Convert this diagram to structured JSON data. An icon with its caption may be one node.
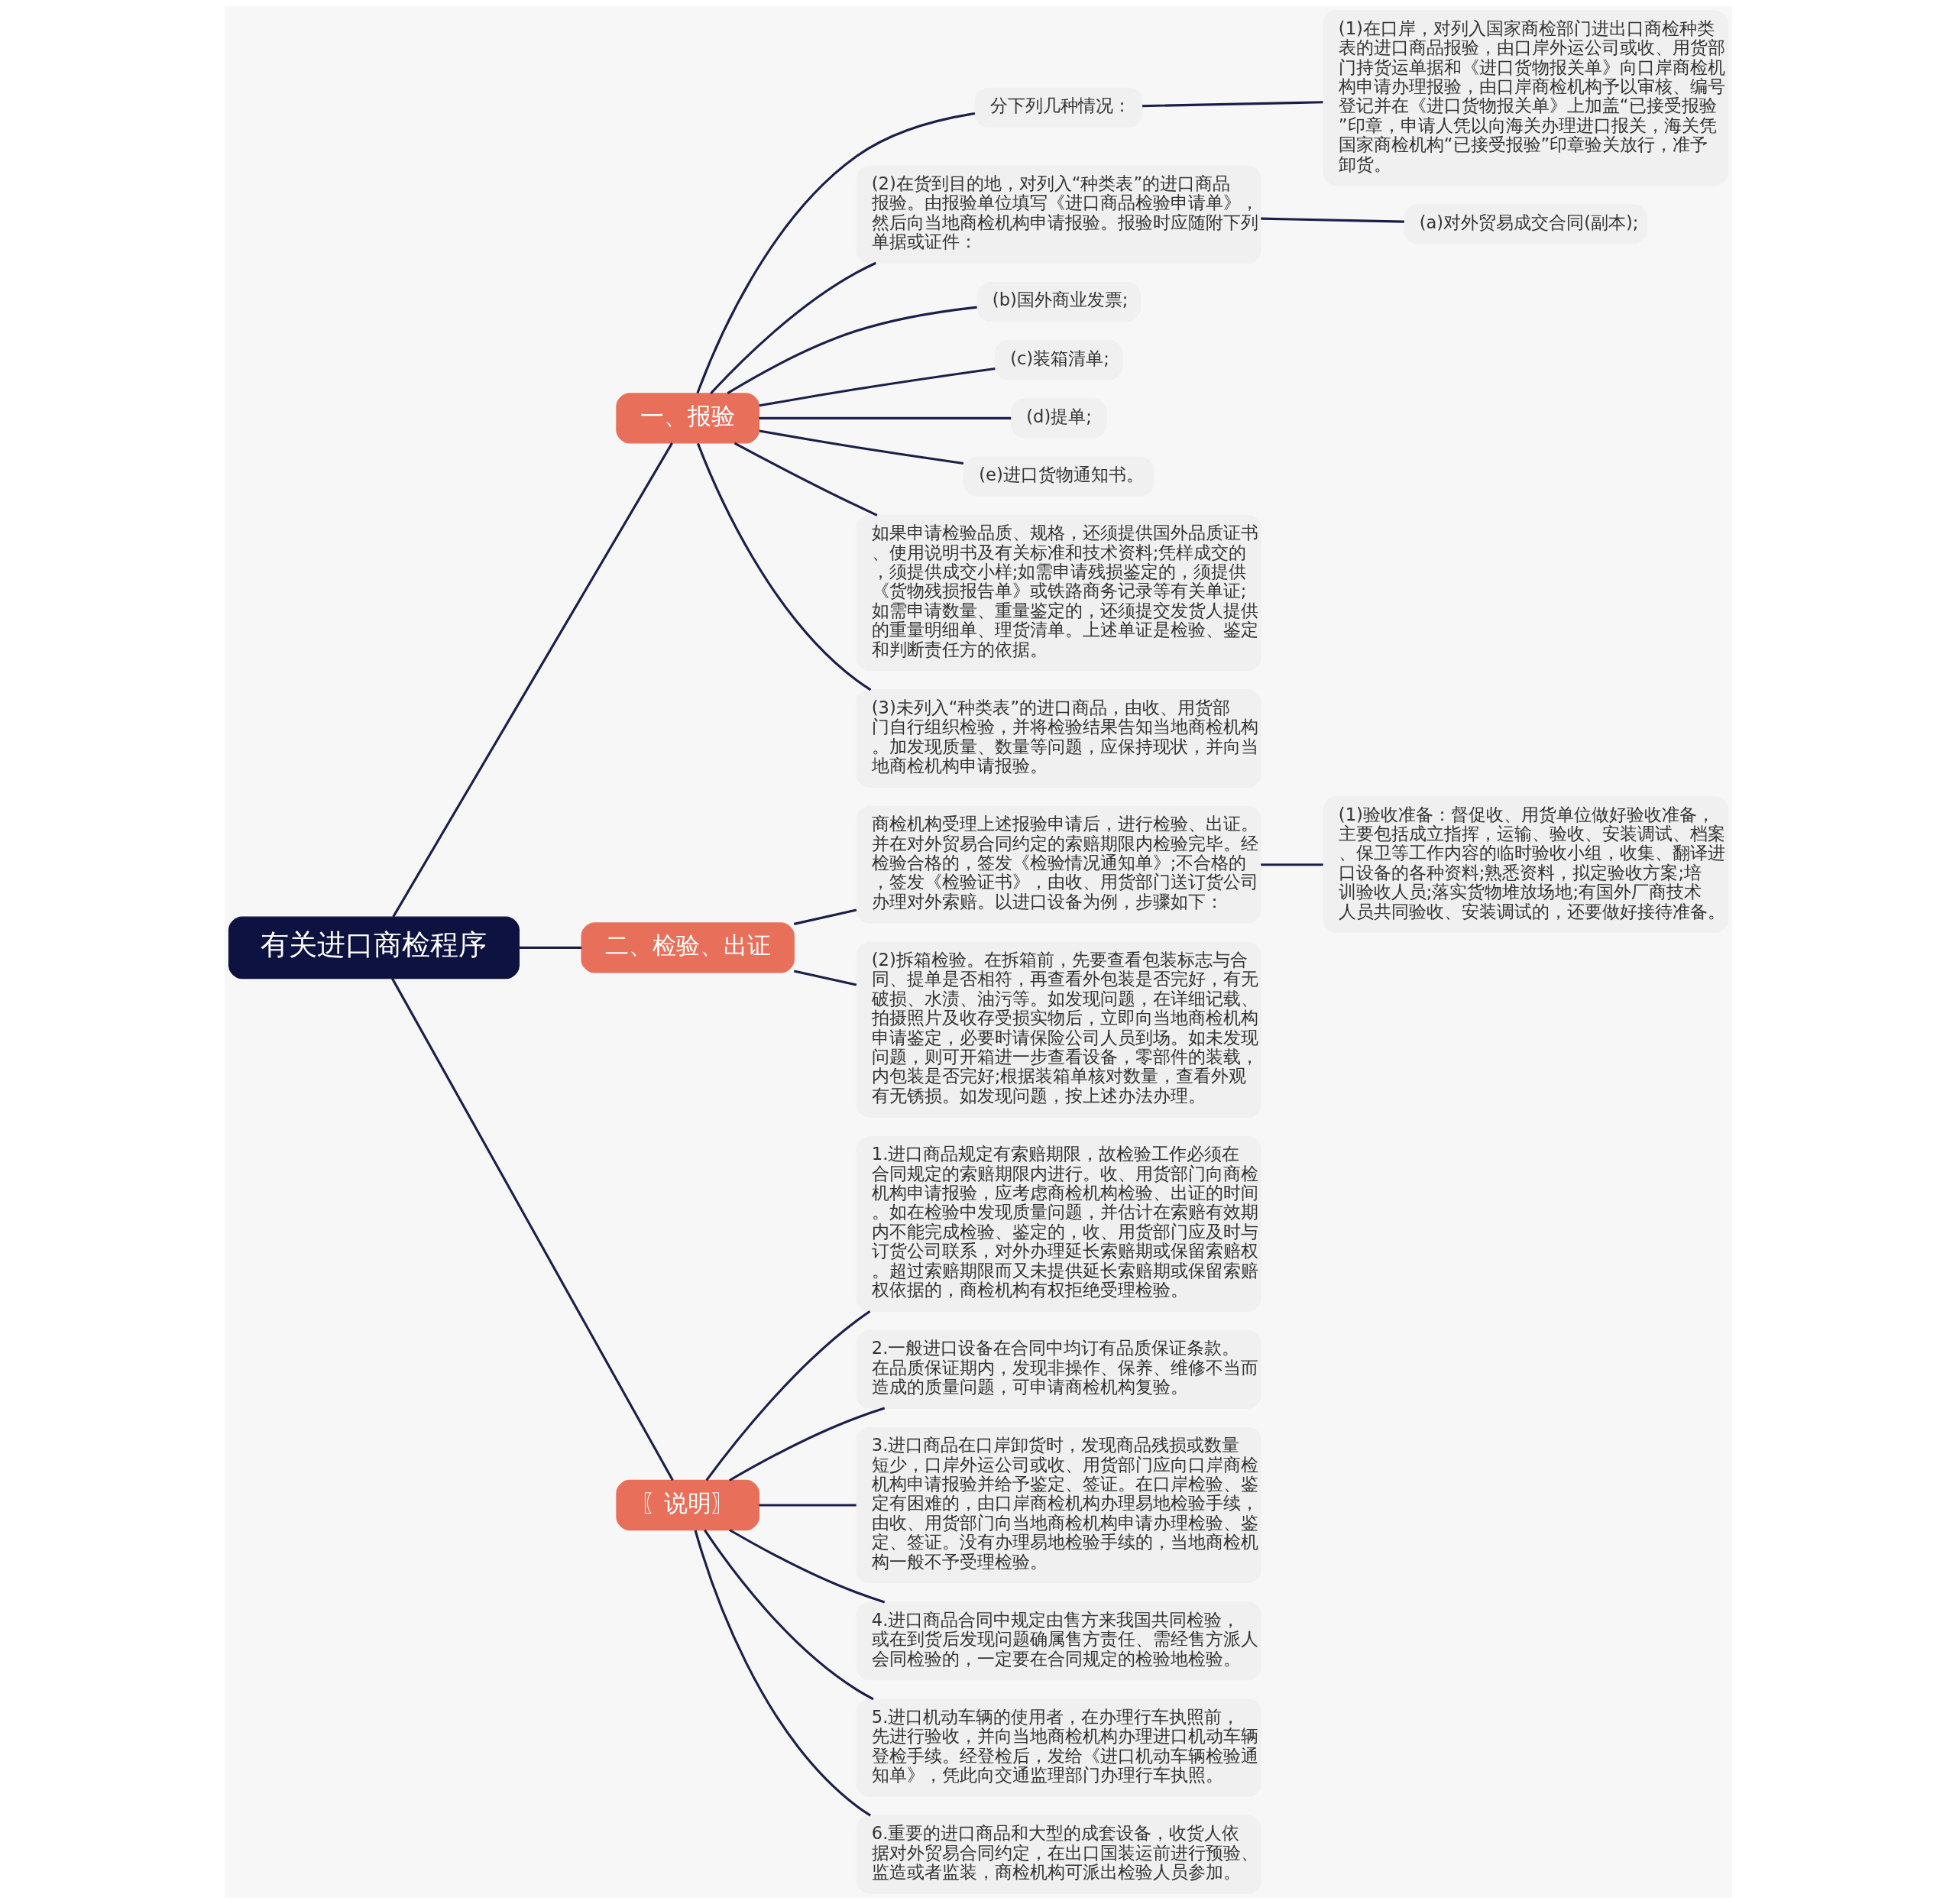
{
  "diagram": {
    "nodes": [
      {
        "text": [
          "有关进口商检程序"
        ]
      },
      {
        "text": [
          "一、报验"
        ]
      },
      {
        "text": [
          "分下列几种情况："
        ]
      },
      {
        "text": [
          "(1)在口岸，对列入国家商检部门进出口商检种类表的进口商品报验，由口岸外运公司或收、用货部门持货运单据和《进口货物报关单》向口岸商检机构申请办理报验，由口岸商检机构予以审核、编号登记并在《进口货物报关单》上加盖“已接受报验”印章，申请人凭以向海关办理进口报关，海关凭国家商检机构“已接受报验”印章验关放行，准予卸货。"
        ]
      },
      {
        "text": [
          "(2)在货到目的地，对列入“种类表”的进口商品报验。由报验单位填写《进口商品检验申请单》，然后向当地商检机构申请报验。报验时应随附下列单据或证件："
        ]
      },
      {
        "text": [
          "(a)对外贸易成交合同(副本);"
        ]
      },
      {
        "text": [
          "(b)国外商业发票;"
        ]
      },
      {
        "text": [
          "(c)装箱清单;"
        ]
      },
      {
        "text": [
          "(d)提单;"
        ]
      },
      {
        "text": [
          "(e)进口货物通知书。"
        ]
      },
      {
        "text": [
          "如果申请检验品质、规格，还须提供国外品质证书、使用说明书及有关标准和技术资料;凭样成交的，须提供成交小样;如需申请残损鉴定的，须提供《货物残损报告单》或铁路商务记录等有关单证;如需申请数量、重量鉴定的，还须提交发货人提供的重量明细单、理货清单。上述单证是检验、鉴定和判断责任方的依据。"
        ]
      },
      {
        "text": [
          "(3)未列入“种类表”的进口商品，由收、用货部门自行组织检验，并将检验结果告知当地商检机构。加发现质量、数量等问题，应保持现状，并向当地商检机构申请报验。"
        ]
      },
      {
        "text": [
          "二、检验、出证"
        ]
      },
      {
        "text": [
          "商检机构受理上述报验申请后，进行检验、出证。并在对外贸易合同约定的索赔期限内检验完毕。经检验合格的，签发《检验情况通知单》;不合格的，签发《检验证书》，由收、用货部门送订货公司办理对外索赔。以进口设备为例，步骤如下："
        ]
      },
      {
        "text": [
          "(1)验收准备：督促收、用货单位做好验收准备，主要包括成立指挥，运输、验收、安装调试、档案、保卫等工作内容的临时验收小组，收集、翻译进口设备的各种资料;熟悉资料，拟定验收方案;培训验收人员;落实货物堆放场地;有国外厂商技术人员共同验收、安装调试的，还要做好接待准备。"
        ]
      },
      {
        "text": [
          "(2)拆箱检验。在拆箱前，先要查看包装标志与合同、提单是否相符，再查看外包装是否完好，有无破损、水渍、油污等。如发现问题，在详细记载、拍摄照片及收存受损实物后，立即向当地商检机构申请鉴定，必要时请保险公司人员到场。如未发现问题，则可开箱进一步查看设备，零部件的装载，内包装是否完好;根据装箱单核对数量，查看外观有无锈损。如发现问题，按上述办法办理。"
        ]
      },
      {
        "text": [
          "〖说明〗"
        ]
      },
      {
        "text": [
          "1.进口商品规定有索赔期限，故检验工作必须在合同规定的索赔期限内进行。收、用货部门向商检机构申请报验，应考虑商检机构检验、出证的时间。如在检验中发现质量问题，并估计在索赔有效期内不能完成检验、鉴定的，收、用货部门应及时与订货公司联系，对外办理延长索赔期或保留索赔权。超过索赔期限而又未提供延长索赔期或保留索赔权依据的，商检机构有权拒绝受理检验。"
        ]
      },
      {
        "text": [
          "2.一般进口设备在合同中均订有品质保证条款。在品质保证期内，发现非操作、保养、维修不当而造成的质量问题，可申请商检机构复验。"
        ]
      },
      {
        "text": [
          "3.进口商品在口岸卸货时，发现商品残损或数量短少，口岸外运公司或收、用货部门应向口岸商检机构申请报验并给予鉴定、签证。在口岸检验、鉴定有困难的，由口岸商检机构办理易地检验手续，由收、用货部门向当地商检机构申请办理检验、鉴定、签证。没有办理易地检验手续的，当地商检机构一般不予受理检验。"
        ]
      },
      {
        "text": [
          "4.进口商品合同中规定由售方来我国共同检验，或在到货后发现问题确属售方责任、需经售方派人会同检验的，一定要在合同规定的检验地检验。"
        ]
      },
      {
        "text": [
          "5.进口机动车辆的使用者，在办理行车执照前，先进行验收，并向当地商检机构办理进口机动车辆登检手续。经登检后，发给《进口机动车辆检验通知单》，凭此向交通监理部门办理行车执照。"
        ]
      },
      {
        "text": [
          "6.重要的进口商品和大型的成套设备，收货人依据对外贸易合同约定，在出口国装运前进行预验、监造或者监装，商检机构可派出检验人员参加。"
        ]
      }
    ],
    "edges": [
      {
        "from": 0,
        "to": 1,
        "arrow": "none"
      },
      {
        "from": 1,
        "to": 2,
        "arrow": "none"
      },
      {
        "from": 2,
        "to": 3,
        "arrow": "none"
      },
      {
        "from": 1,
        "to": 4,
        "arrow": "none"
      },
      {
        "from": 4,
        "to": 5,
        "arrow": "none"
      },
      {
        "from": 1,
        "to": 6,
        "arrow": "none"
      },
      {
        "from": 1,
        "to": 7,
        "arrow": "none"
      },
      {
        "from": 1,
        "to": 8,
        "arrow": "none"
      },
      {
        "from": 1,
        "to": 9,
        "arrow": "none"
      },
      {
        "from": 1,
        "to": 10,
        "arrow": "none"
      },
      {
        "from": 1,
        "to": 11,
        "arrow": "none"
      },
      {
        "from": 0,
        "to": 12,
        "arrow": "none"
      },
      {
        "from": 12,
        "to": 13,
        "arrow": "none"
      },
      {
        "from": 13,
        "to": 14,
        "arrow": "none"
      },
      {
        "from": 12,
        "to": 15,
        "arrow": "none"
      },
      {
        "from": 0,
        "to": 16,
        "arrow": "none"
      },
      {
        "from": 16,
        "to": 17,
        "arrow": "none"
      },
      {
        "from": 16,
        "to": 18,
        "arrow": "none"
      },
      {
        "from": 16,
        "to": 19,
        "arrow": "none"
      },
      {
        "from": 16,
        "to": 20,
        "arrow": "none"
      },
      {
        "from": 16,
        "to": 21,
        "arrow": "none"
      },
      {
        "from": 16,
        "to": 22,
        "arrow": "none"
      }
    ]
  }
}
